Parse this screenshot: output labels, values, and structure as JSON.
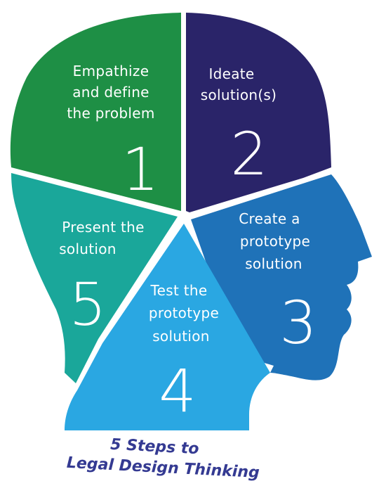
{
  "steps": [
    {
      "number": "1",
      "lines": [
        "Empathize",
        "and define",
        "the problem"
      ],
      "color": "#1e8f45"
    },
    {
      "number": "2",
      "lines": [
        "Ideate",
        "solution(s)"
      ],
      "color": "#2a2469"
    },
    {
      "number": "3",
      "lines": [
        "Create a",
        "prototype",
        "solution"
      ],
      "color": "#1f72b8"
    },
    {
      "number": "4",
      "lines": [
        "Test the",
        "prototype",
        "solution"
      ],
      "color": "#2aa7e2"
    },
    {
      "number": "5",
      "lines": [
        "Present the",
        "solution"
      ],
      "color": "#1aa79a"
    }
  ],
  "caption": {
    "line1": "5 Steps to",
    "line2": "Legal Design Thinking",
    "color": "#343a92"
  }
}
